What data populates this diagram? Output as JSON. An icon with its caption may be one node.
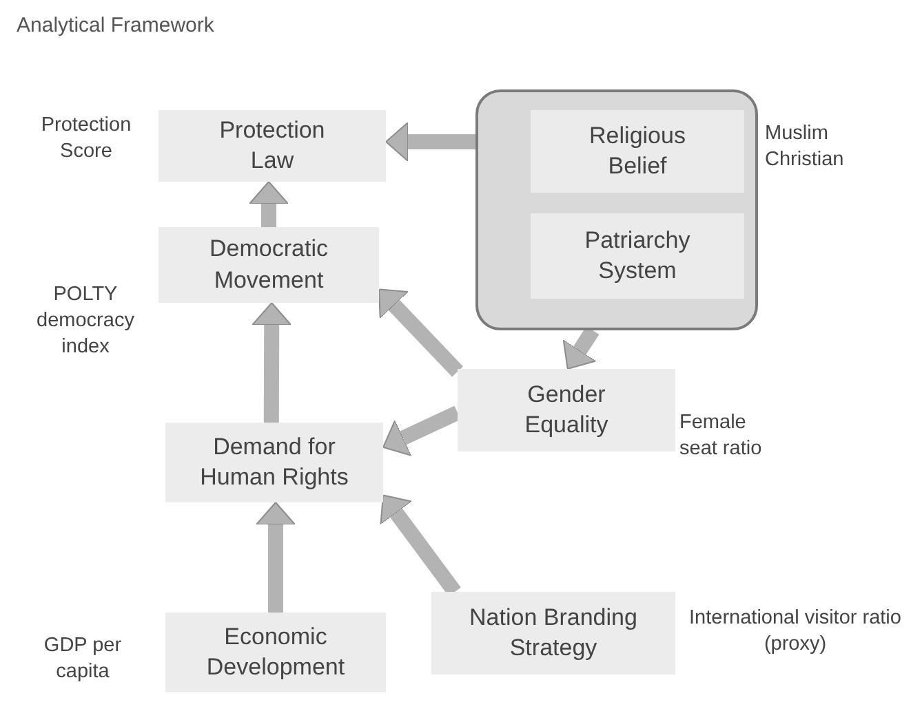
{
  "diagram": {
    "title": "Analytical Framework",
    "nodes": [
      {
        "text": [
          "Protection Law"
        ],
        "beside": [
          "Protection Score"
        ]
      },
      {
        "text": [],
        "shape": "box",
        "beside": [
          "Muslim Christian"
        ]
      },
      {
        "text": [
          "Religious Belief"
        ],
        "in": 1
      },
      {
        "text": [
          "Patriarchy System"
        ],
        "in": 1
      },
      {
        "text": [
          "Democratic Movement"
        ],
        "beside": [
          "POLTY democracy index"
        ]
      },
      {
        "text": [
          "Gender Equality"
        ],
        "beside": [
          "Female seat ratio"
        ]
      },
      {
        "text": [
          "Demand for Human Rights"
        ]
      },
      {
        "text": [
          "Nation Branding Strategy"
        ],
        "beside": [
          "International visitor ratio (proxy)"
        ]
      },
      {
        "text": [
          "Economic Development"
        ],
        "beside": [
          "GDP per capita"
        ]
      }
    ],
    "edges": [
      {
        "from": 1,
        "to": 0,
        "arrow": "to"
      },
      {
        "from": 4,
        "to": 0,
        "arrow": "to"
      },
      {
        "from": 1,
        "to": 5,
        "arrow": "to"
      },
      {
        "from": 5,
        "to": 4,
        "arrow": "to"
      },
      {
        "from": 5,
        "to": 6,
        "arrow": "to"
      },
      {
        "from": 6,
        "to": 4,
        "arrow": "to"
      },
      {
        "from": 8,
        "to": 6,
        "arrow": "to"
      },
      {
        "from": 7,
        "to": 6,
        "arrow": "to"
      }
    ]
  }
}
